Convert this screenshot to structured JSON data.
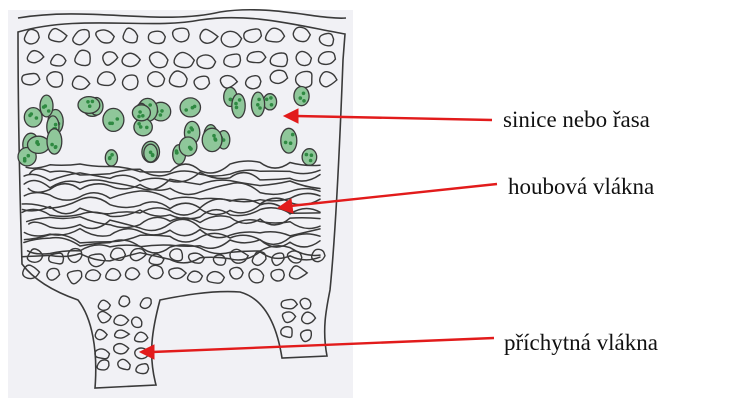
{
  "labels": {
    "cyanobacteria_or_alga": "sinice nebo řasa",
    "fungal_hyphae": "houbová vlákna",
    "rhizines": "příchytná vlákna"
  },
  "colors": {
    "background": "#ffffff",
    "panel": "#f1f1f5",
    "outline": "#3a3a3a",
    "algal_fill": "#8fc79a",
    "algal_dots": "#2f8a42",
    "arrow": "#e21b1b",
    "text": "#111111"
  }
}
